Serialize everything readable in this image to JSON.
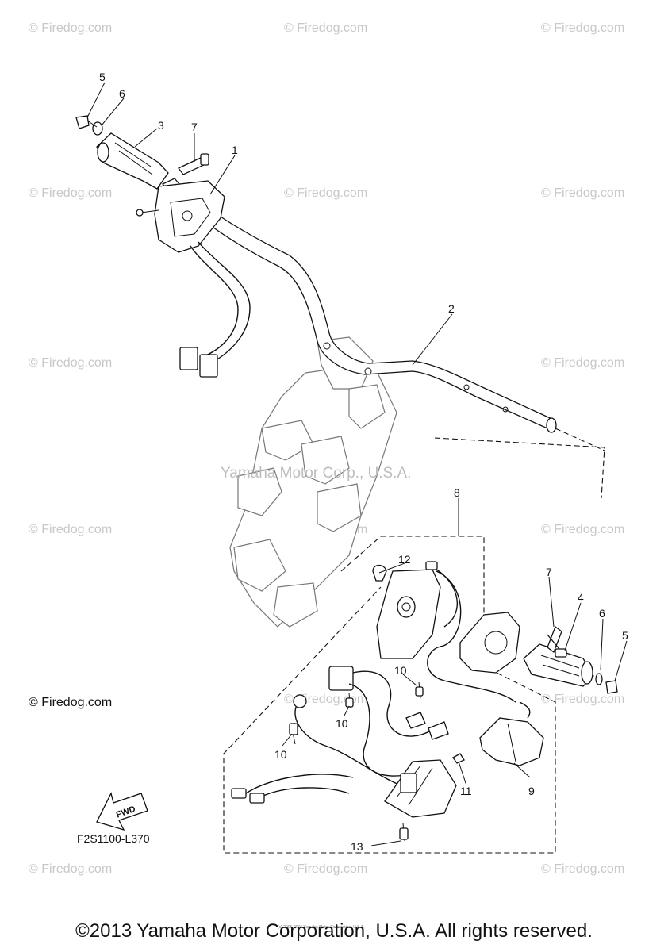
{
  "watermark": "© Firedog.com",
  "center_watermark": "Yamaha Motor Corp., U.S.A.",
  "side_watermark": "© Firedog.com",
  "part_code": "F2S1100-L370",
  "fwd_label": "FWD",
  "small_print": "(c) 2005-2016 Yamaha Motor Corporation, U.S.A.",
  "copyright": "©2013 Yamaha Motor Corporation, U.S.A. All rights reserved.",
  "callouts": {
    "c1": "1",
    "c2": "2",
    "c3": "3",
    "c4": "4",
    "c5a": "5",
    "c5b": "5",
    "c6a": "6",
    "c6b": "6",
    "c7a": "7",
    "c7b": "7",
    "c8": "8",
    "c9": "9",
    "c10a": "10",
    "c10b": "10",
    "c10c": "10",
    "c11": "11",
    "c12": "12",
    "c13": "13"
  }
}
